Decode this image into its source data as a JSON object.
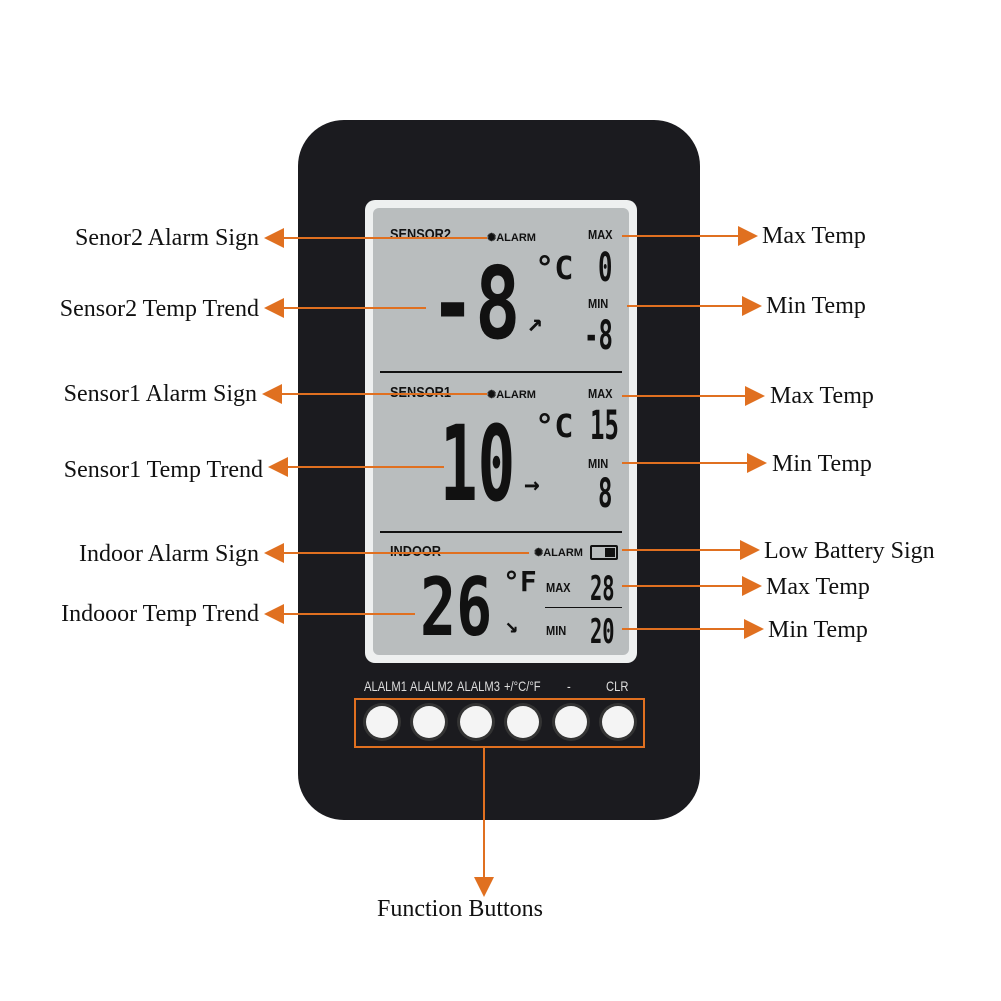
{
  "annotations_left": [
    {
      "id": "sensor2-alarm",
      "text": "Senor2 Alarm Sign"
    },
    {
      "id": "sensor2-trend",
      "text": "Sensor2 Temp Trend"
    },
    {
      "id": "sensor1-alarm",
      "text": "Sensor1 Alarm Sign"
    },
    {
      "id": "sensor1-trend",
      "text": "Sensor1 Temp Trend"
    },
    {
      "id": "indoor-alarm",
      "text": "Indoor Alarm Sign"
    },
    {
      "id": "indoor-trend",
      "text": "Indooor Temp Trend"
    }
  ],
  "annotations_right": [
    {
      "id": "s2-max",
      "text": "Max Temp"
    },
    {
      "id": "s2-min",
      "text": "Min Temp"
    },
    {
      "id": "s1-max",
      "text": "Max Temp"
    },
    {
      "id": "s1-min",
      "text": "Min Temp"
    },
    {
      "id": "battery",
      "text": "Low Battery Sign"
    },
    {
      "id": "in-max",
      "text": "Max Temp"
    },
    {
      "id": "in-min",
      "text": "Min Temp"
    }
  ],
  "bottom_annotation": "Function Buttons",
  "lcd": {
    "sensor2": {
      "label": "SENSOR2",
      "alarm": "ALARM",
      "temp": "-8",
      "unit": "°C",
      "trend": "↗",
      "max_label": "MAX",
      "max": "0",
      "min_label": "MIN",
      "min": "-8"
    },
    "sensor1": {
      "label": "SENSOR1",
      "alarm": "ALARM",
      "temp": "10",
      "unit": "°C",
      "trend": "→",
      "max_label": "MAX",
      "max": "15",
      "min_label": "MIN",
      "min": "8"
    },
    "indoor": {
      "label": "INDOOR",
      "alarm": "ALARM",
      "temp": "26",
      "unit": "°F",
      "trend": "↘",
      "max_label": "MAX",
      "max": "28",
      "min_label": "MIN",
      "min": "20"
    }
  },
  "buttons": [
    "ALALM1",
    "ALALM2",
    "ALALM3",
    "+/°C/°F",
    "-",
    "CLR"
  ],
  "colors": {
    "annotation": "#e07020",
    "device": "#1b1b1f",
    "lcd": "#b9bdbe"
  }
}
